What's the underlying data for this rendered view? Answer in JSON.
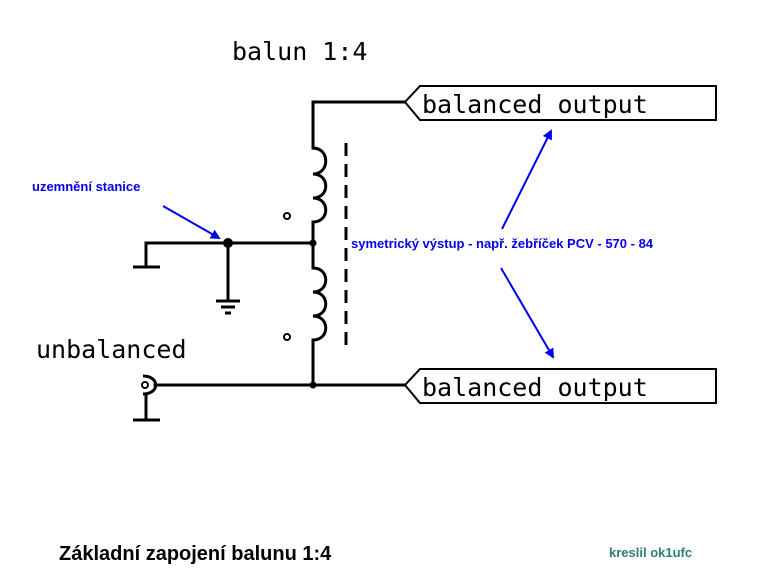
{
  "title": "balun 1:4",
  "labels": {
    "balanced_output_top": "balanced output",
    "balanced_output_bottom": "balanced output",
    "unbalanced": "unbalanced",
    "station_ground": "uzemnění stanice",
    "symmetric_output_note": "symetrický výstup - např. žebříček PCV - 570 - 84",
    "caption": "Základní zapojení balunu 1:4",
    "author": "kreslil ok1ufc"
  },
  "colors": {
    "wire": "#000000",
    "annotation": "#0000ee",
    "author": "#2e7d6e",
    "background": "#ffffff"
  }
}
